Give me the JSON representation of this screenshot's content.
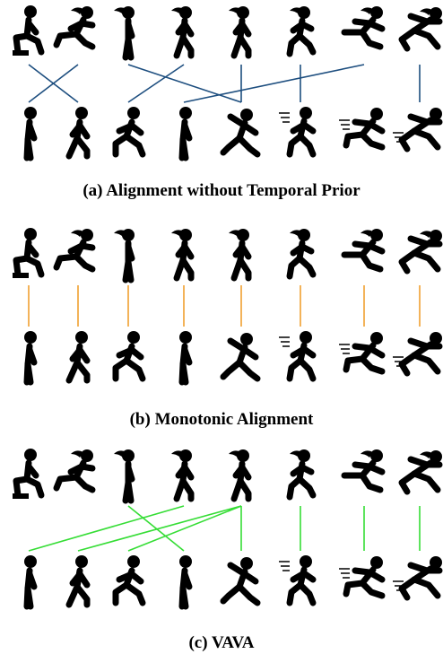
{
  "panels": [
    {
      "id": "a",
      "caption": "(a) Alignment without Temporal Prior",
      "color": "#1d4e7f",
      "top_poses": [
        "kneel",
        "run-hair",
        "stand-hair",
        "walk-hair",
        "walk-hair",
        "jog-hair",
        "leap-hair",
        "sprint-hair"
      ],
      "bottom_poses": [
        "stand",
        "walk",
        "stride",
        "stand",
        "run-arm",
        "run-motion",
        "dash-motion",
        "sprint-motion"
      ],
      "links": [
        [
          0,
          1
        ],
        [
          1,
          0
        ],
        [
          2,
          4
        ],
        [
          3,
          2
        ],
        [
          4,
          4
        ],
        [
          5,
          5
        ],
        [
          6,
          3
        ],
        [
          7,
          7
        ]
      ]
    },
    {
      "id": "b",
      "caption": "(b) Monotonic Alignment",
      "color": "#f0a030",
      "top_poses": [
        "kneel",
        "run-hair",
        "stand-hair",
        "walk-hair",
        "walk-hair",
        "jog-hair",
        "leap-hair",
        "sprint-hair"
      ],
      "bottom_poses": [
        "stand",
        "walk",
        "stride",
        "stand",
        "run-arm",
        "run-motion",
        "dash-motion",
        "sprint-motion"
      ],
      "links": [
        [
          0,
          0
        ],
        [
          1,
          1
        ],
        [
          2,
          2
        ],
        [
          3,
          3
        ],
        [
          4,
          4
        ],
        [
          5,
          5
        ],
        [
          6,
          6
        ],
        [
          7,
          7
        ]
      ]
    },
    {
      "id": "c",
      "caption": "(c) VAVA",
      "color": "#35dd35",
      "top_poses": [
        "kneel",
        "run-hair",
        "stand-hair",
        "walk-hair",
        "walk-hair",
        "jog-hair",
        "leap-hair",
        "sprint-hair"
      ],
      "bottom_poses": [
        "stand",
        "walk",
        "stride",
        "stand",
        "run-arm",
        "run-motion",
        "dash-motion",
        "sprint-motion"
      ],
      "links": [
        [
          2,
          3
        ],
        [
          3,
          0
        ],
        [
          4,
          1
        ],
        [
          4,
          2
        ],
        [
          4,
          4
        ],
        [
          5,
          5
        ],
        [
          6,
          6
        ],
        [
          7,
          7
        ]
      ]
    }
  ]
}
